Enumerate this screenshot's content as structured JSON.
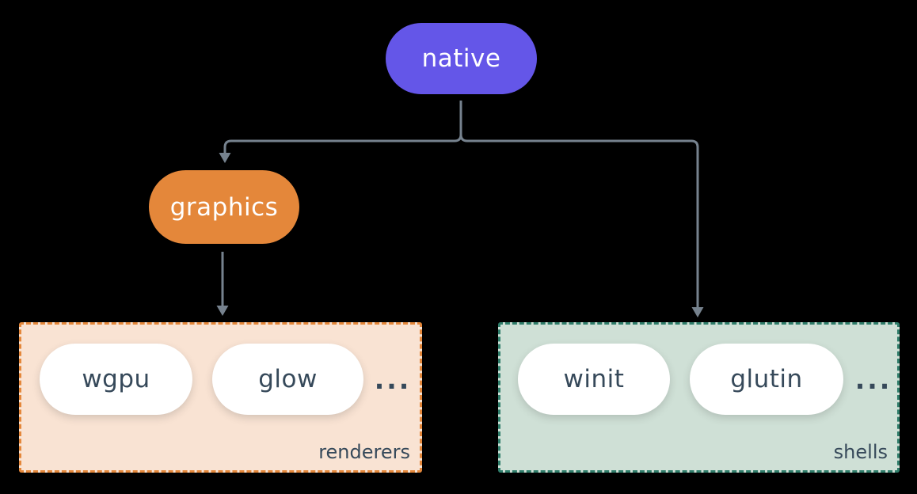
{
  "diagram": {
    "nodes": {
      "native": {
        "label": "native"
      },
      "graphics": {
        "label": "graphics"
      }
    },
    "groups": {
      "renderers": {
        "label": "renderers",
        "items": [
          "wgpu",
          "glow"
        ],
        "ellipsis": "..."
      },
      "shells": {
        "label": "shells",
        "items": [
          "winit",
          "glutin"
        ],
        "ellipsis": "..."
      }
    }
  },
  "colors": {
    "background": "#000000",
    "native-bg": "#6456e8",
    "graphics-bg": "#e4873a",
    "renderers-bg": "#f9e3d3",
    "renderers-border": "#e4873a",
    "shells-bg": "#cfe0d6",
    "shells-border": "#2f7d6a",
    "pill-bg": "#ffffff",
    "node-text": "#ffffff",
    "dark-text": "#36495a",
    "connector": "#76828e"
  }
}
